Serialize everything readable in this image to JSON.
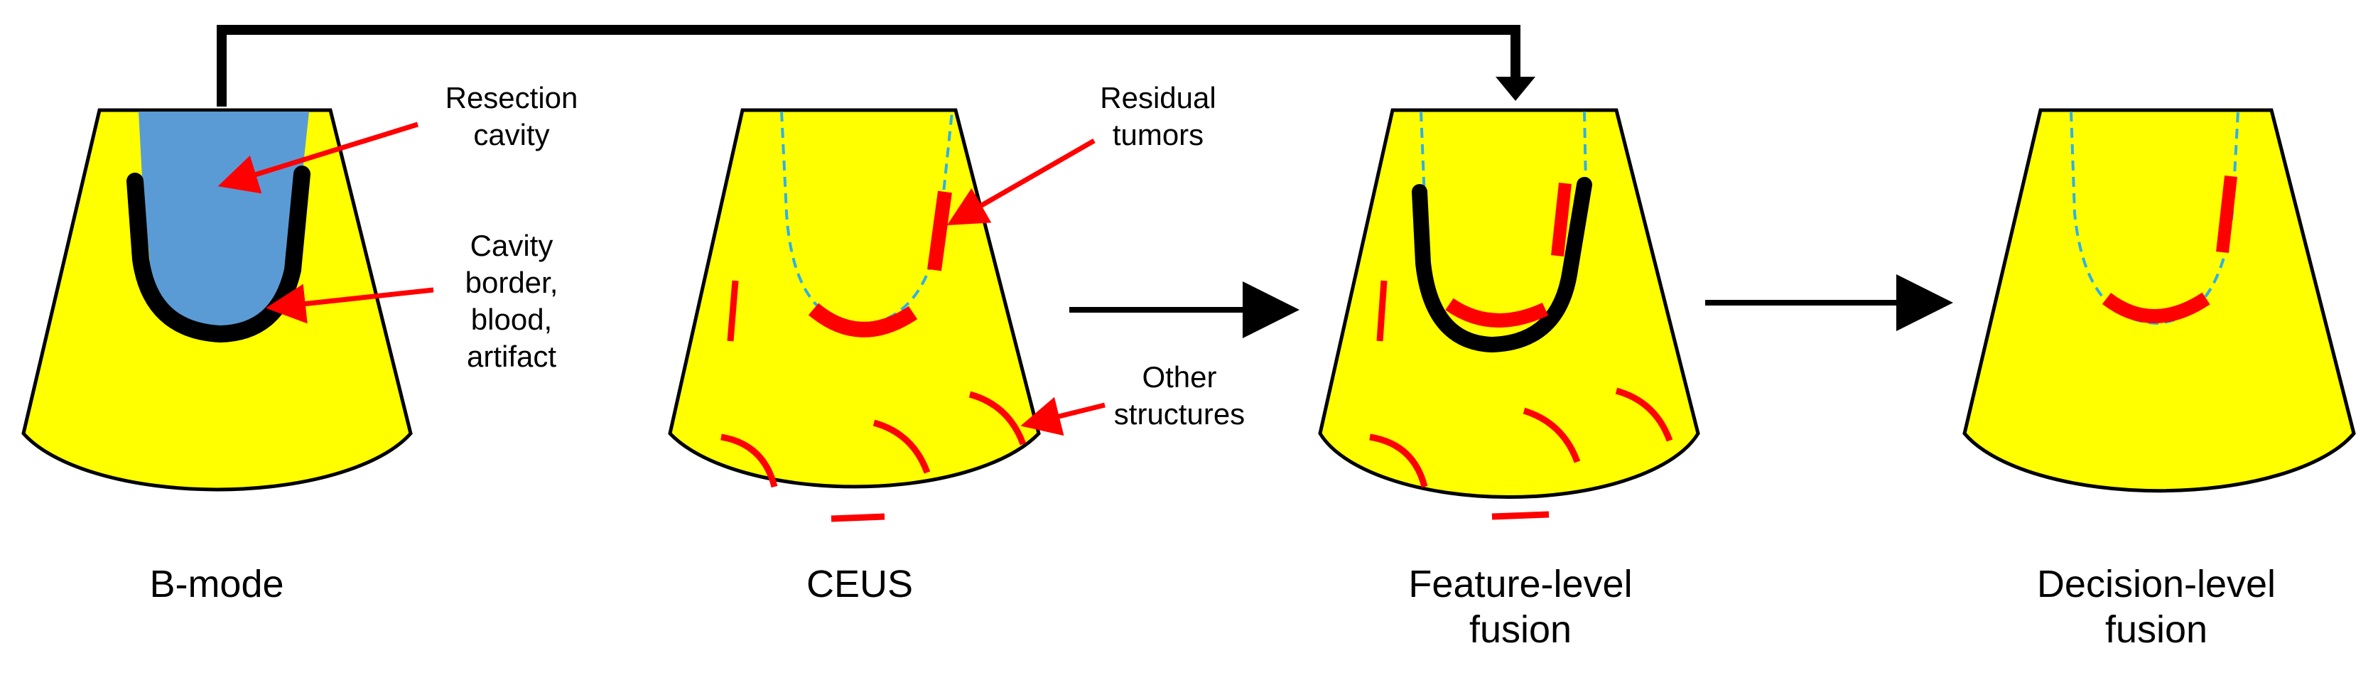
{
  "labels": {
    "bmode": "B-mode",
    "ceus": "CEUS",
    "feature_line1": "Feature-level",
    "feature_line2": "fusion",
    "decision_line1": "Decision-level",
    "decision_line2": "fusion"
  },
  "annotations": {
    "resection_line1": "Resection",
    "resection_line2": "cavity",
    "cavity_line1": "Cavity",
    "cavity_line2": "border,",
    "cavity_line3": "blood,",
    "cavity_line4": "artifact",
    "residual_line1": "Residual",
    "residual_line2": "tumors",
    "other_line1": "Other",
    "other_line2": "structures"
  },
  "colors": {
    "cone_fill": "#ffff00",
    "cavity_fill": "#5b9bd5",
    "tumor": "#ff0000",
    "border": "#000000",
    "dashed_outline": "#2db0e8"
  }
}
